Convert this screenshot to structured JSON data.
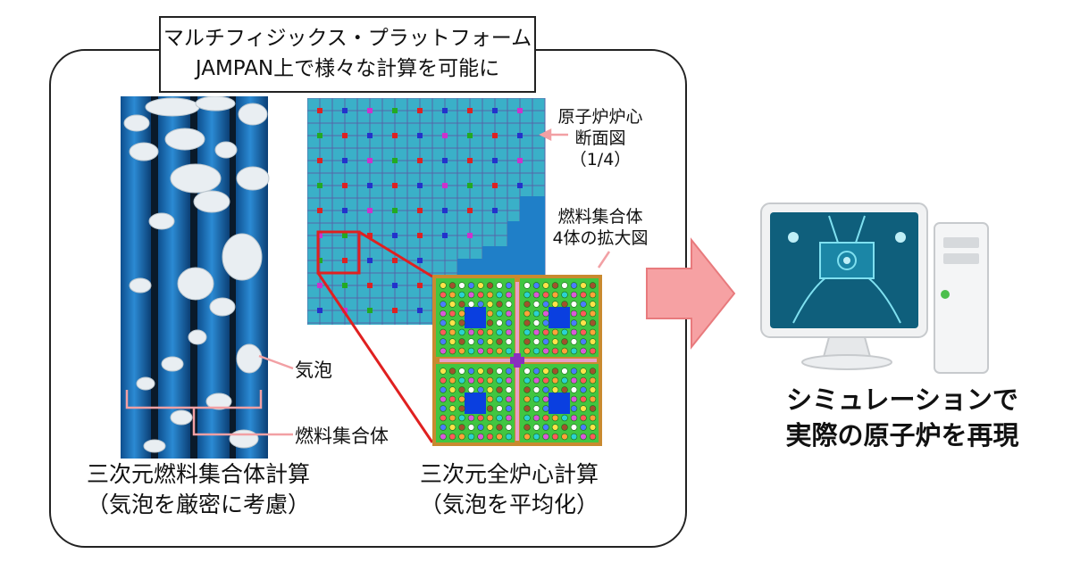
{
  "title": {
    "line1": "マルチフィジックス・プラットフォーム",
    "line2": "JAMPAN上で様々な計算を可能に"
  },
  "left_panel": {
    "caption_line1": "三次元燃料集合体計算",
    "caption_line2": "（気泡を厳密に考慮）",
    "label_bubble": "気泡",
    "label_assembly": "燃料集合体"
  },
  "center_panel": {
    "caption_line1": "三次元全炉心計算",
    "caption_line2": "（気泡を平均化）",
    "label_core_line1": "原子炉炉心",
    "label_core_line2": "断面図",
    "label_core_line3": "（1/4）",
    "label_zoom_line1": "燃料集合体",
    "label_zoom_line2": "4体の拡大図"
  },
  "result": {
    "line1": "シミュレーションで",
    "line2": "実際の原子炉を再現"
  },
  "icons": {
    "arrow": "right-arrow-icon",
    "computer": "desktop-computer-icon"
  },
  "colors": {
    "arrow_fill": "#f6a1a3",
    "arrow_stroke": "#e87a7d",
    "pointer_line": "#f2a0a4",
    "zoom_line": "#e02020",
    "rod_blue": "#1e6fb8",
    "core_cyan": "#3cb5c9",
    "assembly_green": "#41c641",
    "assembly_frame": "#c98a2f",
    "water_blue": "#0a4fd6"
  }
}
